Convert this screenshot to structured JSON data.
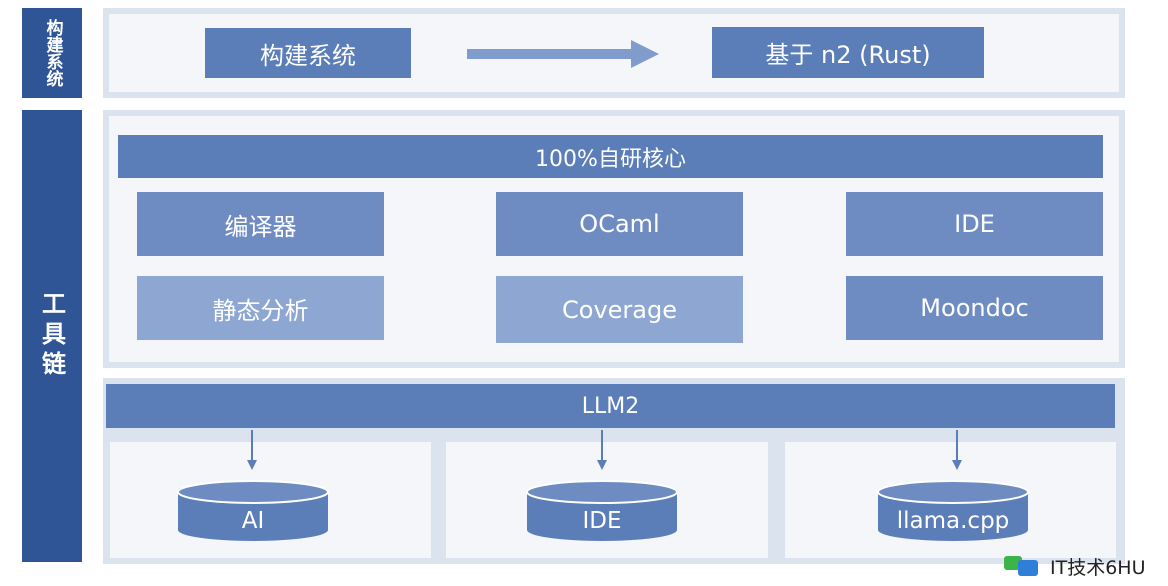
{
  "build_system": {
    "side_label": "构建系统",
    "box_left": "构建系统",
    "box_right": "基于 n2 (Rust)"
  },
  "toolchain": {
    "side_label": "工具链",
    "core_header": "100%自研核心",
    "core_items": [
      "编译器",
      "OCaml",
      "IDE",
      "静态分析",
      "Coverage",
      "Moondoc"
    ],
    "llm_header": "LLM2",
    "llm_items": [
      "AI",
      "IDE",
      "llama.cpp"
    ]
  },
  "watermark": {
    "text": "IT技术6HU"
  },
  "colors": {
    "side_label": "#2f5597",
    "header_bar": "#5b7db8",
    "item_box": "#6e8cc2",
    "light_box": "#8da6d2",
    "panel": "#dbe3ef",
    "cylinder": "#5b7db8"
  }
}
